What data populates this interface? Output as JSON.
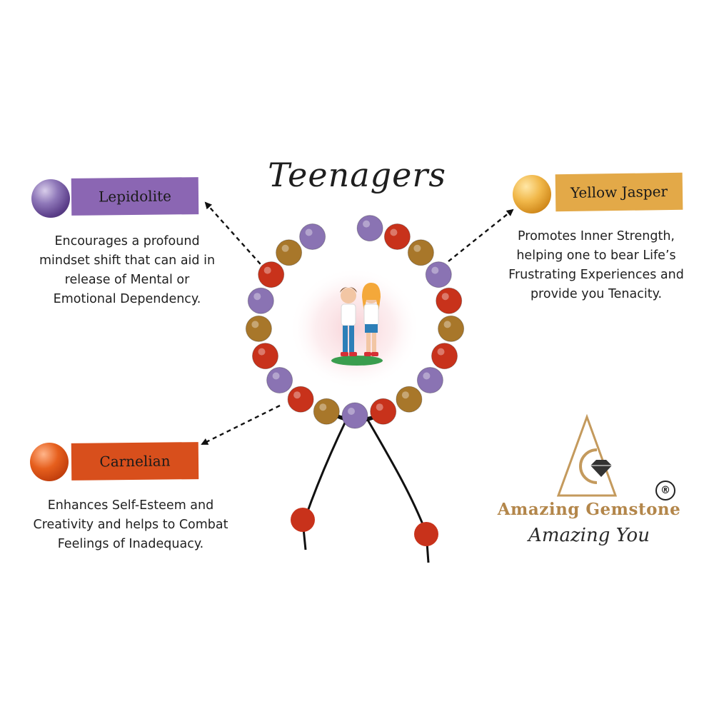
{
  "title": "Teenagers",
  "stones": [
    {
      "name": "Lepidolite",
      "color": "#8b66b3",
      "description": [
        "Encourages a profound",
        "mindset shift that can aid in",
        "release of Mental or",
        "Emotional Dependency."
      ]
    },
    {
      "name": "Yellow Jasper",
      "color": "#e3a948",
      "description": [
        "Promotes Inner Strength,",
        "helping one to bear Life’s",
        "Frustrating Experiences and",
        "provide you Tenacity."
      ]
    },
    {
      "name": "Carnelian",
      "color": "#d84f1c",
      "description": [
        "Enhances Self-Esteem and",
        "Creativity and helps to Combat",
        "Feelings of Inadequacy."
      ]
    }
  ],
  "brand": {
    "name": "Amazing Gemstone",
    "tagline": "Amazing You",
    "registered_mark": "®",
    "color": "#b3864a"
  },
  "bead_colors": {
    "amethyst": "#8a73b3",
    "carnelian": "#c8321b",
    "jasper": "#a8772a",
    "cord": "#111111"
  }
}
